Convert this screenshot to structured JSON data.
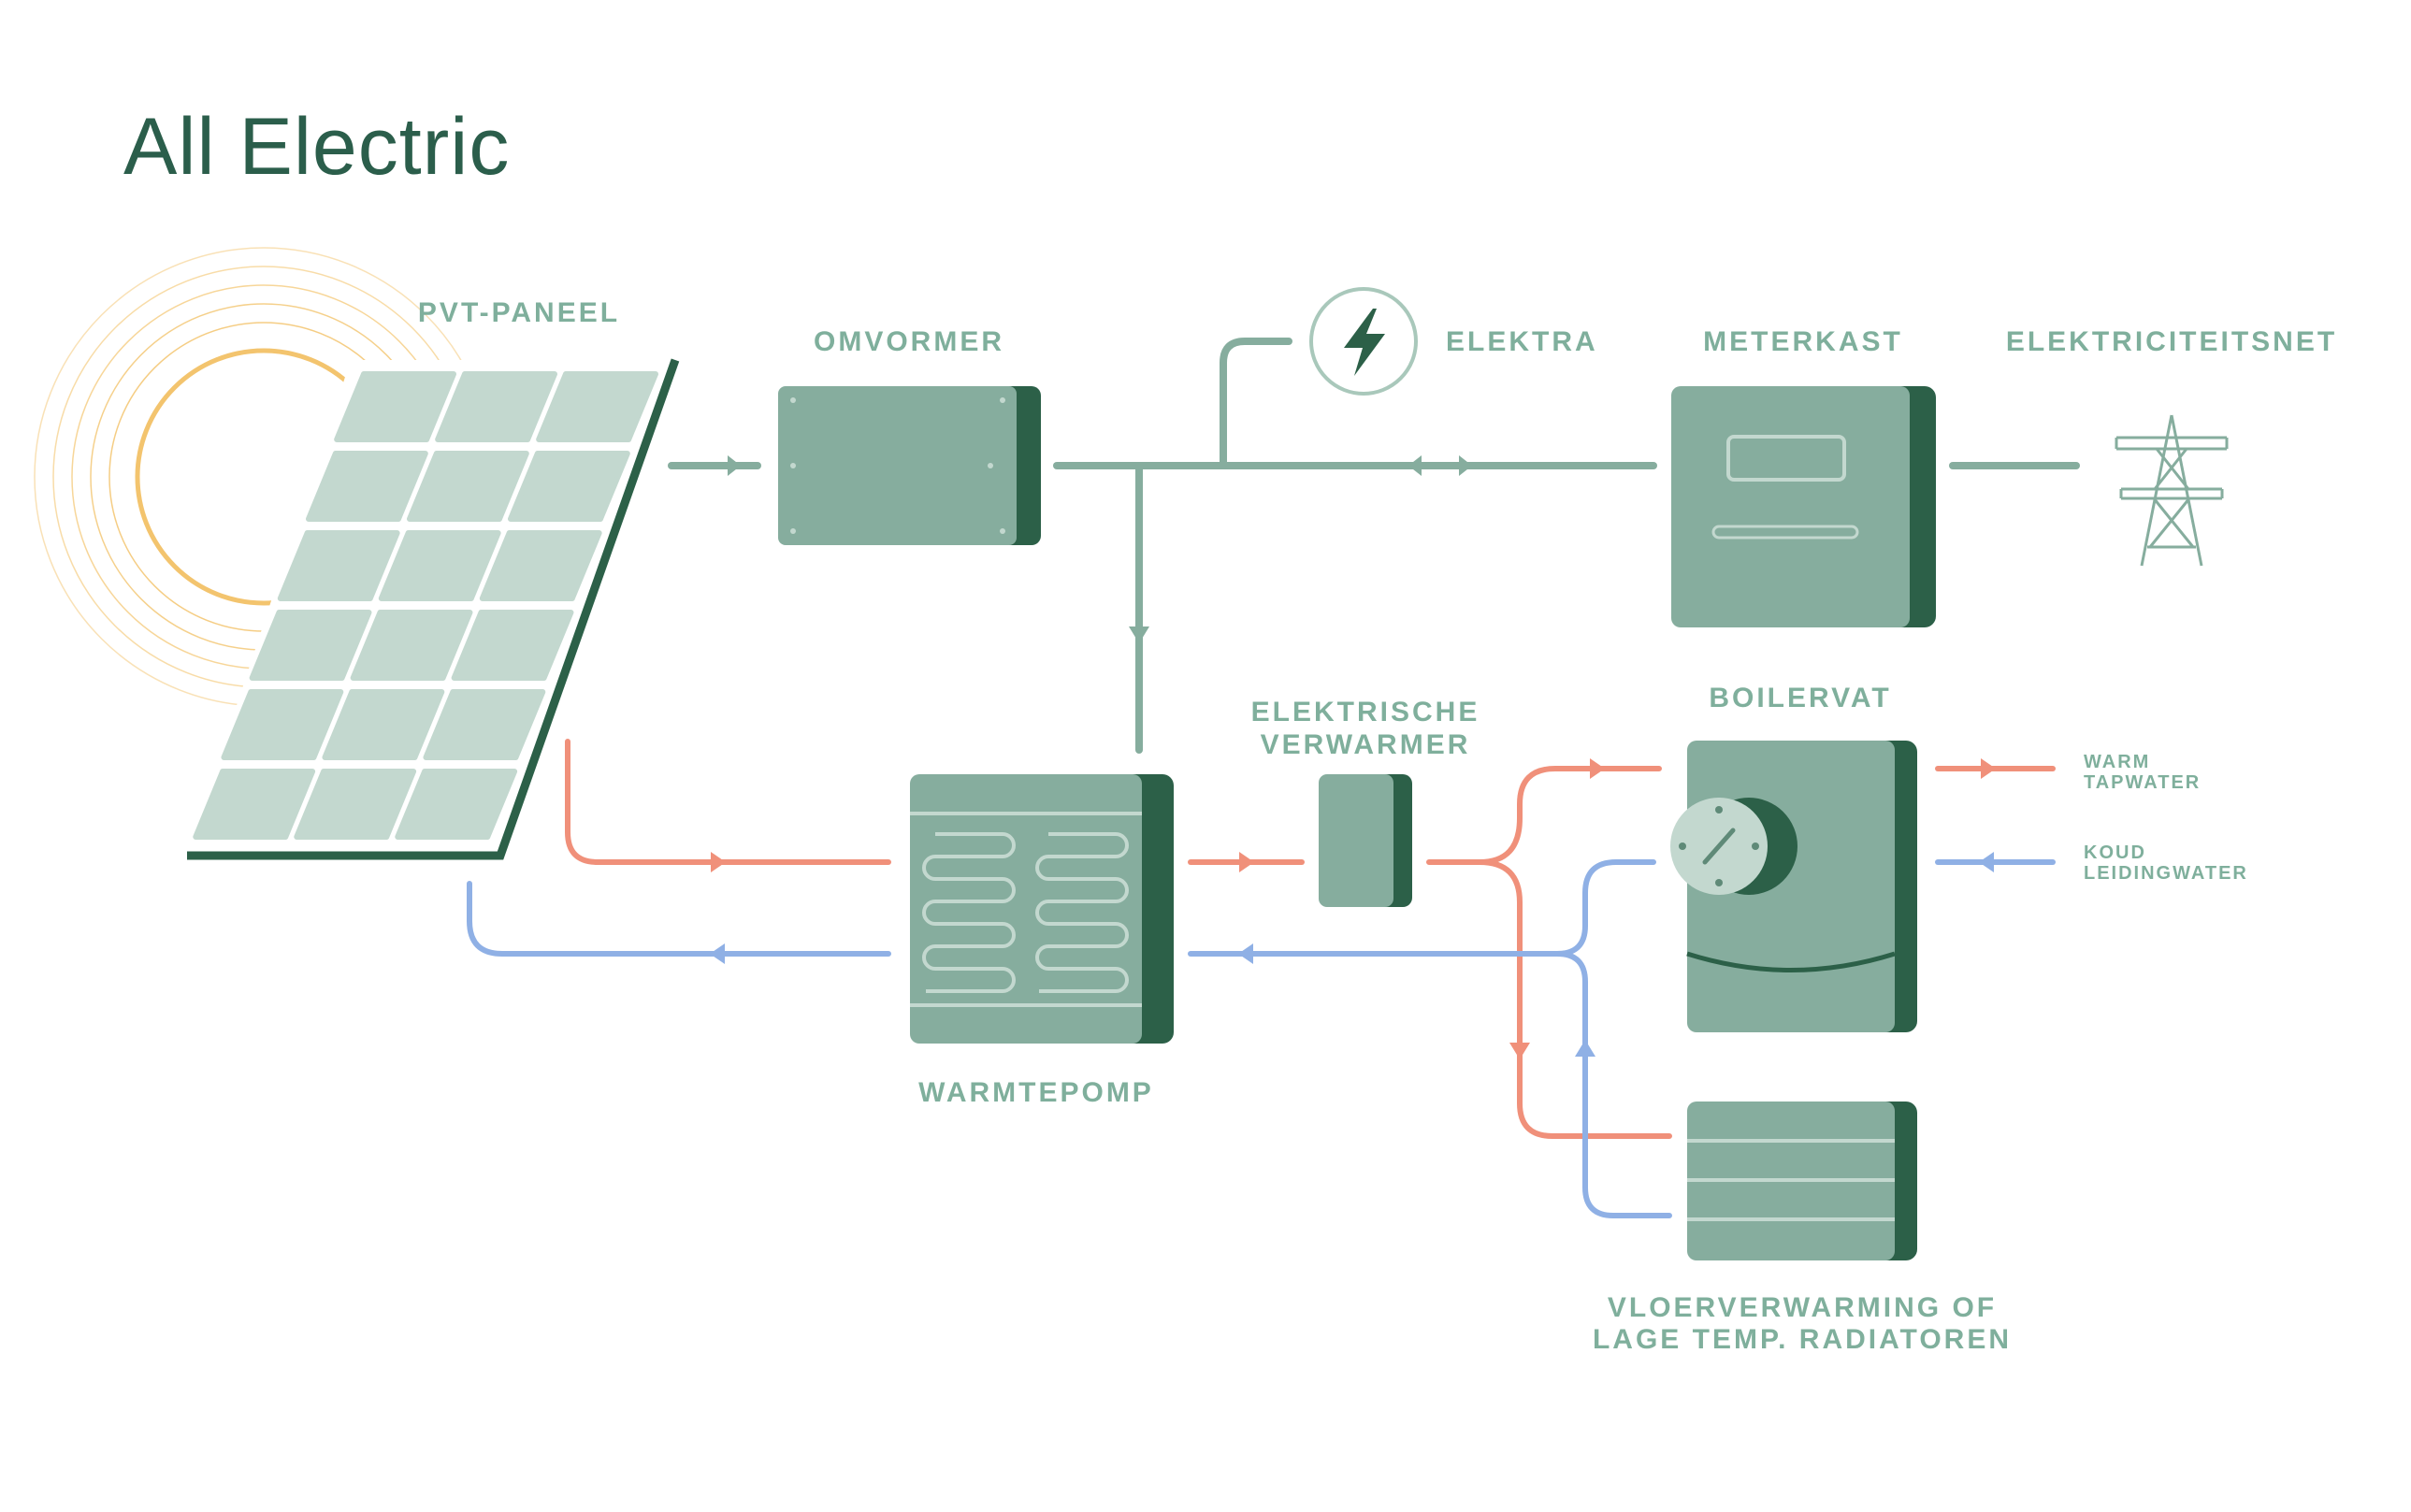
{
  "title": "All Electric",
  "labels": {
    "pvt_panel": "PVT-PANEEL",
    "inverter": "OMVORMER",
    "electricity": "ELEKTRA",
    "meter_box": "METERKAST",
    "grid": "ELEKTRICITEITSNET",
    "electric_heater_line1": "ELEKTRISCHE",
    "electric_heater_line2": "VERWARMER",
    "boiler": "BOILERVAT",
    "heat_pump": "WARMTEPOMP",
    "warm_water_line1": "WARM",
    "warm_water_line2": "TAPWATER",
    "cold_water_line1": "KOUD",
    "cold_water_line2": "LEIDINGWATER",
    "floor_heating_line1": "VLOERVERWARMING OF",
    "floor_heating_line2": "LAGE TEMP. RADIATOREN"
  },
  "icons": {
    "electricity": "lightning-bolt-icon",
    "grid": "power-pylon-icon",
    "sun": "sun-icon"
  },
  "colors": {
    "title": "#2b5e4b",
    "label": "#7faf9c",
    "device": "#86ad9e",
    "device_shadow": "#2c6048",
    "power_line": "#86ad9e",
    "hot_water": "#f0907a",
    "cold_water": "#8fb0e5",
    "sun": "#f3c46e",
    "panel_cell": "#c3d8cf"
  }
}
